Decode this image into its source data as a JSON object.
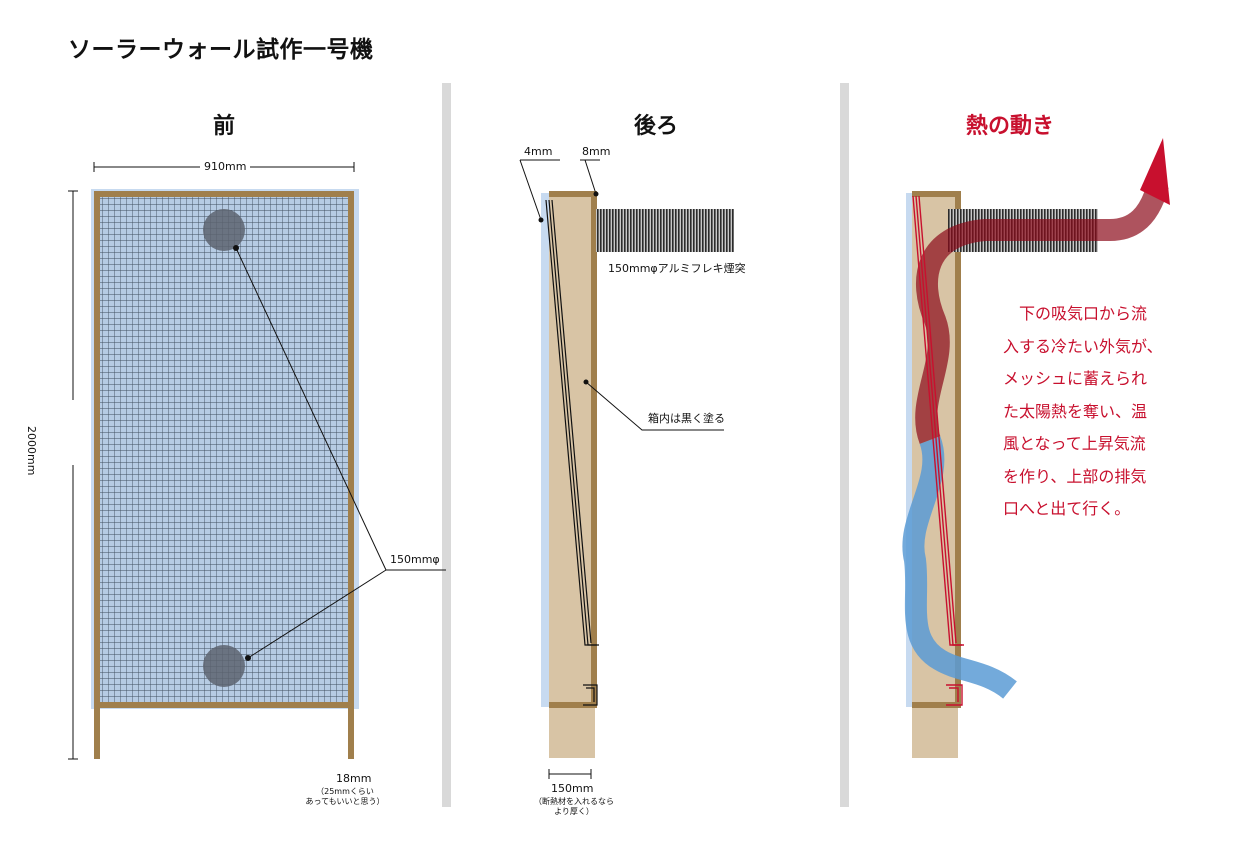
{
  "title": "ソーラーウォール試作一号機",
  "front": {
    "heading": "前",
    "width_label": "910mm",
    "height_label": "2000mm",
    "hole_label": "150mmφ",
    "leg_label": "18mm",
    "leg_note_1": "（25mmくらい",
    "leg_note_2": "あってもいいと思う）"
  },
  "back": {
    "heading": "後ろ",
    "label_4mm": "4mm",
    "label_8mm": "8mm",
    "duct_label": "150mmφアルミフレキ煙突",
    "paint_label": "箱内は黒く塗る",
    "depth_label": "150mm",
    "depth_note_1": "（断熱材を入れるなら",
    "depth_note_2": "より厚く）"
  },
  "flow": {
    "heading": "熱の動き",
    "description": [
      "　下の吸気口から流",
      "入する冷たい外気が、",
      "メッシュに蓄えられ",
      "た太陽熱を奪い、温",
      "風となって上昇気流",
      "を作り、上部の排気",
      "口へと出て行く。"
    ]
  },
  "colors": {
    "wood": "#a07f4c",
    "wood_light": "#d8c4a5",
    "glazing": "#c7daf0",
    "hot_air": "#c8102e",
    "cold_air": "#5b9bd5",
    "divider": "#d9d9d9"
  }
}
